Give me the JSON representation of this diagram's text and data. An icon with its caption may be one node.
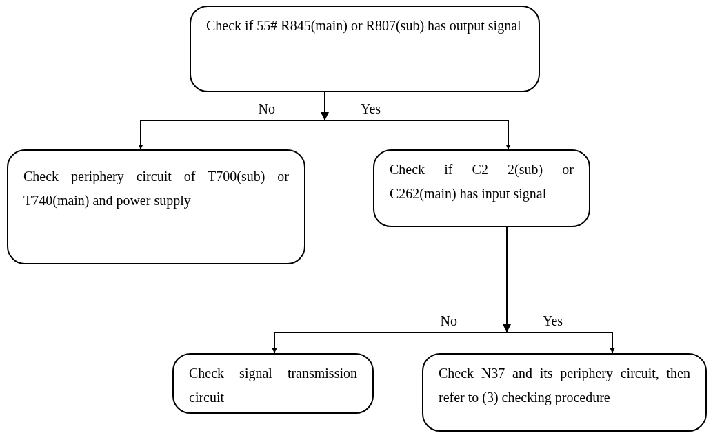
{
  "diagram": {
    "nodes": [
      {
        "text": [
          "Check if 55# R845(main) or R807(sub) has output signal"
        ]
      },
      {
        "text": [
          "Check periphery circuit of T700(sub) or T740(main) and power supply"
        ]
      },
      {
        "text": [
          "Check if C2 2(sub) or C262(main) has input signal"
        ]
      },
      {
        "text": [
          "Check signal transmission circuit"
        ]
      },
      {
        "text": [
          "Check N37 and its periphery circuit, then refer to (3) checking procedure"
        ]
      }
    ],
    "edges": [
      {
        "from": 0,
        "to": 1,
        "arrow": "to",
        "label": "No"
      },
      {
        "from": 0,
        "to": 2,
        "arrow": "to",
        "label": "Yes"
      },
      {
        "from": 2,
        "to": 3,
        "arrow": "to",
        "label": "No"
      },
      {
        "from": 2,
        "to": 4,
        "arrow": "to",
        "label": "Yes"
      }
    ]
  }
}
